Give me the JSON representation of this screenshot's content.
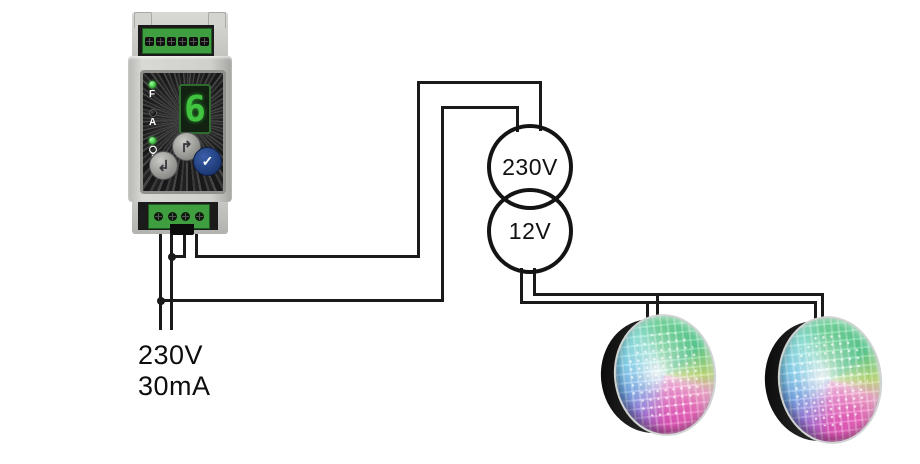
{
  "diagram_type": "pool-light controller wiring diagram",
  "supply": {
    "voltage": "230V",
    "current": "30mA"
  },
  "transformer": {
    "windings": [
      {
        "label": "230V"
      },
      {
        "label": "12V"
      }
    ]
  },
  "controller": {
    "display_digit": "6",
    "indicators": [
      {
        "label": "F",
        "led_color": "#3fbf3f"
      },
      {
        "label": "A",
        "led_color": "#111111"
      },
      {
        "label": "lamp-icon",
        "led_color": "#3fbf3f"
      }
    ],
    "buttons": {
      "arrow_up_glyph": "↱",
      "arrow_down_glyph": "↲",
      "confirm_glyph": "✓"
    }
  },
  "lamps": {
    "count": 2,
    "type": "RGB pool light"
  },
  "colors": {
    "wire": "#1a1a1a",
    "terminal_green": "#3f9e3f",
    "display_green": "#41c541",
    "confirm_navy": "#1d3a77",
    "housing_gray": "#cfcfcb"
  }
}
